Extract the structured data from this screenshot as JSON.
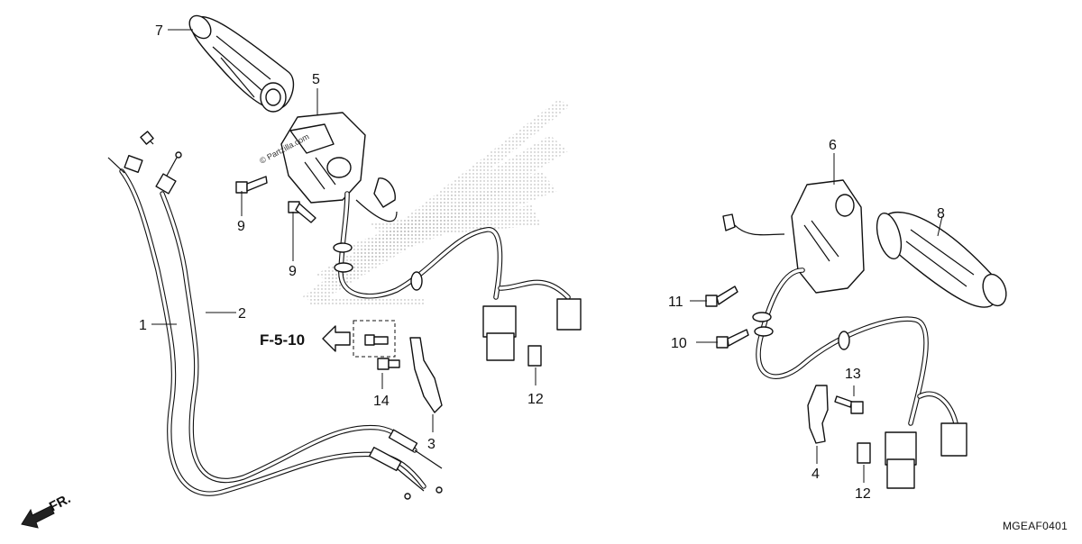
{
  "callouts": {
    "c1": "1",
    "c2": "2",
    "c3": "3",
    "c4": "4",
    "c5": "5",
    "c6": "6",
    "c7": "7",
    "c8": "8",
    "c9a": "9",
    "c9b": "9",
    "c10": "10",
    "c11": "11",
    "c12a": "12",
    "c12b": "12",
    "c13": "13",
    "c14": "14"
  },
  "reference_label": "F-5-10",
  "front_indicator": "FR.",
  "diagram_code": "MGEAF0401",
  "watermark": "© Partzilla.com",
  "watermark_color": "#cfcfcf"
}
